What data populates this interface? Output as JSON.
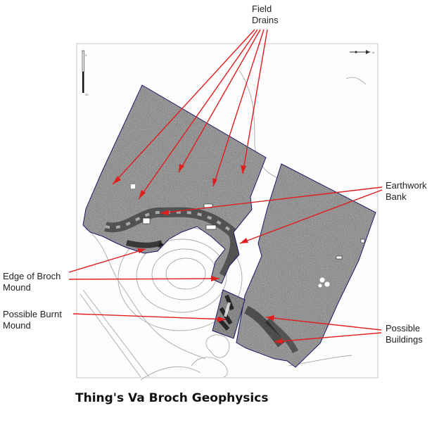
{
  "title": "Thing's Va Broch Geophysics",
  "labels": {
    "field_drains": [
      "Field",
      "Drains"
    ],
    "earthwork_bank": [
      "Earthwork",
      "Bank"
    ],
    "edge_broch": [
      "Edge of Broch",
      "Mound"
    ],
    "burnt_mound": [
      "Possible Burnt",
      "Mound"
    ],
    "buildings": [
      "Possible",
      "Buildings"
    ],
    "scale_value": "20",
    "north_mark": "N"
  },
  "colors": {
    "arrow": "#e11d1d",
    "survey": "#7f7f7f",
    "outline": "#1a1a66",
    "contour": "#a8a8a8"
  }
}
